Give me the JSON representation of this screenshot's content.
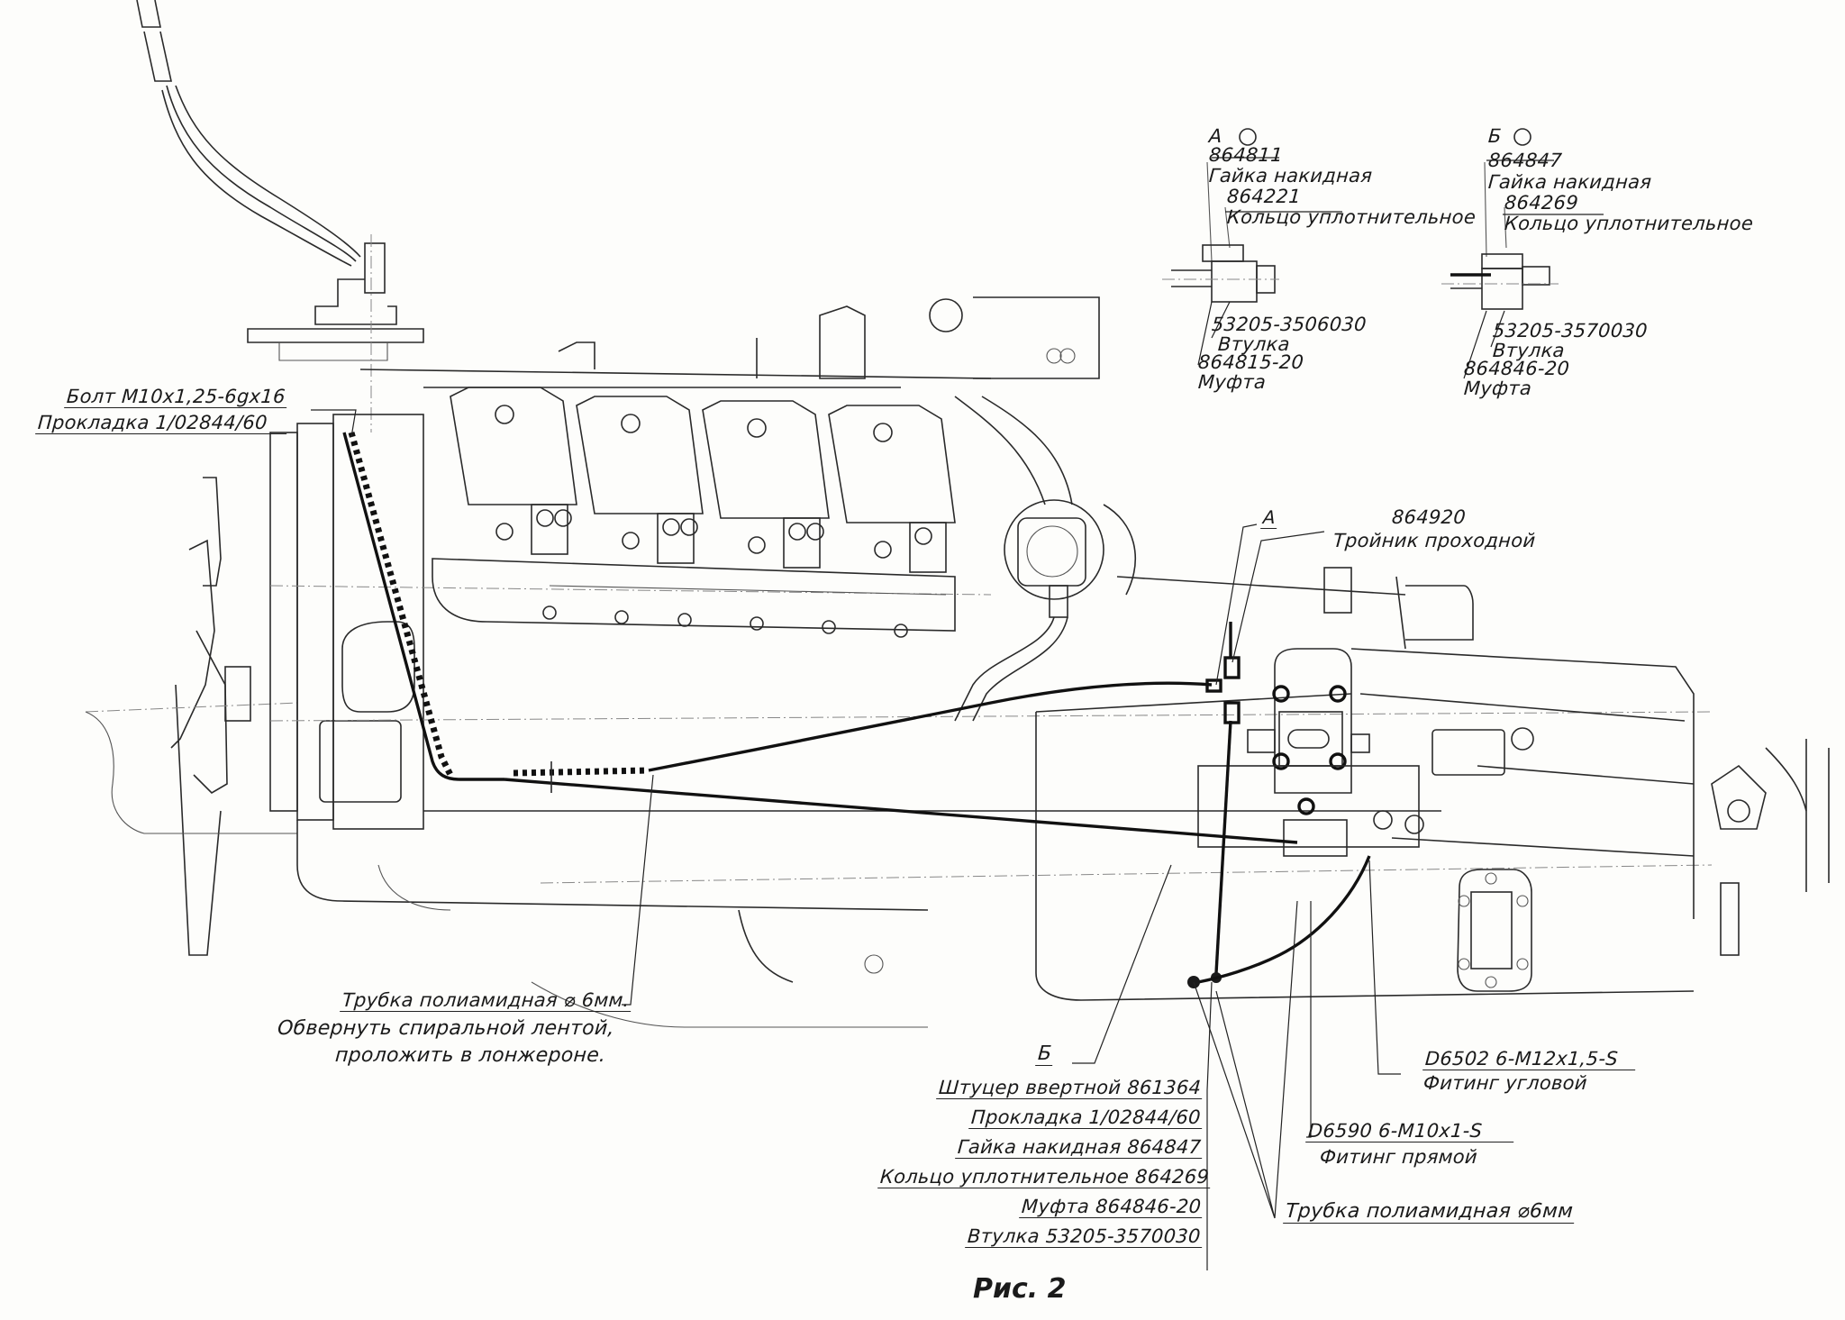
{
  "figure": {
    "caption": "Рис. 2",
    "ink_color": "#1a1a1a",
    "paper_color": "#fdfdfb"
  },
  "detail_A": {
    "marker": "А",
    "items": [
      {
        "part": "864811",
        "name": "Гайка накидная"
      },
      {
        "part": "864221",
        "name": "Кольцо уплотнительное"
      },
      {
        "part": "53205-3506030",
        "name": "Втулка"
      },
      {
        "part": "864815-20",
        "name": "Муфта"
      }
    ]
  },
  "detail_B": {
    "marker": "Б",
    "items": [
      {
        "part": "864847",
        "name": "Гайка накидная"
      },
      {
        "part": "864269",
        "name": "Кольцо уплотнительное"
      },
      {
        "part": "53205-3570030",
        "name": "Втулка"
      },
      {
        "part": "864846-20",
        "name": "Муфта"
      }
    ]
  },
  "top_left_callouts": [
    "Болт М10х1,25-6gх16",
    "Прокладка 1/02844/60"
  ],
  "tee_callout": {
    "view_marker": "А",
    "part": "864920",
    "name": "Тройник проходной"
  },
  "tube_note": {
    "title": "Трубка полиамидная ⌀ 6мм.",
    "lines": [
      "Обвернуть спиральной лентой,",
      "проложить в лонжероне."
    ]
  },
  "bottom_view_marker": "Б",
  "bottom_callouts": [
    "Штуцер ввертной 861364",
    "Прокладка 1/02844/60",
    "Гайка накидная 864847",
    "Кольцо уплотнительное 864269",
    "Муфта 864846-20",
    "Втулка 53205-3570030"
  ],
  "fitting_angular": {
    "part": "D6502 6-M12x1,5-S",
    "name": "Фитинг угловой"
  },
  "fitting_straight": {
    "part": "D6590 6-M10x1-S",
    "name": "Фитинг прямой"
  },
  "tube_bottom": "Трубка полиамидная ⌀6мм"
}
